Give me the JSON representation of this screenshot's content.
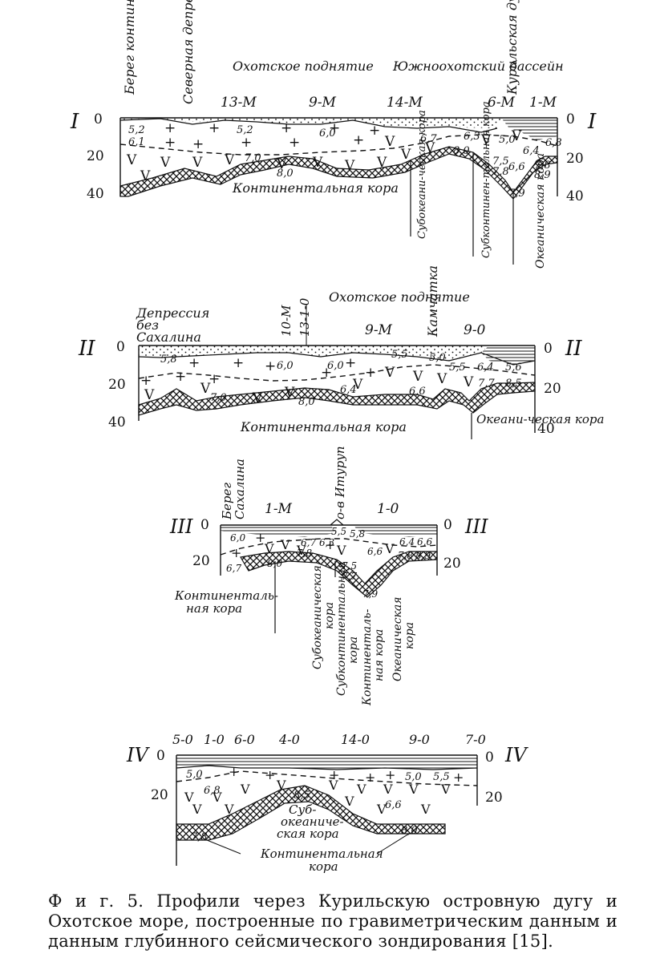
{
  "caption": {
    "label": "Ф и г. 5.",
    "text": "Профили через Курильскую островную дугу и Охотское море, построенные по гравиметрическим данным и данным глубинного сейсмического зондирования [15]."
  },
  "profiles": [
    {
      "id": "I",
      "depth_ticks": [
        "0",
        "20",
        "40"
      ],
      "regions": [
        "Берег континента",
        "Северная депрессия",
        "Охотское поднятие",
        "Южноохотский бассейн",
        "Курильская дуга"
      ],
      "stations": [
        "13-М",
        "9-М",
        "14-М",
        "6-М",
        "1-М"
      ],
      "velocities": [
        "5,2",
        "6,1",
        "5,2",
        "6,0",
        "7,0",
        "8,0",
        "6,7",
        "6,3",
        "5,0",
        "6,8",
        "6,4",
        "8,0",
        "7,5",
        "7,8",
        "6,6",
        "7,8",
        "8,9",
        "7,9"
      ],
      "crust_labels": [
        "Континентальная кора",
        "Субокеани-ческая кора",
        "Субконтинен-тальная кора",
        "Океаническая кора"
      ]
    },
    {
      "id": "II",
      "depth_ticks": [
        "0",
        "20",
        "40"
      ],
      "regions": [
        "Депрессия без Сахалина",
        "Охотское поднятие",
        "Камчатка"
      ],
      "stations": [
        "10-М",
        "13-1-0",
        "9-М",
        "9-0"
      ],
      "velocities": [
        "5,8",
        "6,0",
        "6,0",
        "5,5",
        "5,0",
        "5,5",
        "6,4",
        "5,6",
        "7,0",
        "8,0",
        "6,4",
        "6,6",
        "7,7",
        "8,5"
      ],
      "crust_labels": [
        "Континентальная кора",
        "Океани-ческая кора"
      ]
    },
    {
      "id": "III",
      "depth_ticks": [
        "0",
        "20"
      ],
      "regions": [
        "Берег Сахалина",
        "о-в Итуруп"
      ],
      "stations": [
        "1-М",
        "1-0"
      ],
      "velocities": [
        "6,0",
        "5,5",
        "5,8",
        "6,7",
        "6,3",
        "7,8",
        "6,6",
        "6,4",
        "6,6",
        "6,7",
        "8,0",
        "7,5",
        "7,7",
        "7,9",
        "7,8",
        "8,9"
      ],
      "crust_labels": [
        "Континенталь-ная кора",
        "Субокеаническая кора",
        "Субконтинентальная кора",
        "Континентальная кора",
        "Океаническая кора"
      ]
    },
    {
      "id": "IV",
      "depth_ticks": [
        "0",
        "20"
      ],
      "stations": [
        "5-0",
        "1-0",
        "6-0",
        "4-0",
        "14-0",
        "9-0",
        "7-0"
      ],
      "velocities": [
        "5,0",
        "6,8",
        "8,5",
        "6,6",
        "5,0",
        "5,5",
        "7,8",
        "8,0"
      ],
      "crust_labels": [
        "Суб-океаниче-ская кора",
        "Континентальная кора"
      ]
    }
  ]
}
